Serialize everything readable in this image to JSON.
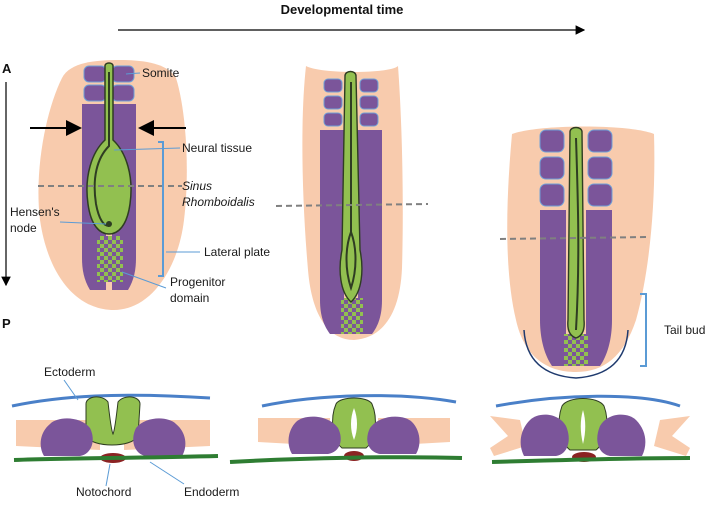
{
  "title": "Developmental time",
  "axis": {
    "anterior": "A",
    "posterior": "P"
  },
  "labels": {
    "somite": "Somite",
    "neural_tissue": "Neural tissue",
    "sinus_line1": "Sinus",
    "sinus_line2": "Rhomboidalis",
    "hensens_line1": "Hensen's",
    "hensens_line2": "node",
    "lateral_plate": "Lateral plate",
    "progenitor_line1": "Progenitor",
    "progenitor_line2": "domain",
    "tail_bud": "Tail bud",
    "ectoderm": "Ectoderm",
    "notochord": "Notochord",
    "endoderm": "Endoderm"
  },
  "colors": {
    "paraxial_mesoderm": "#7b559a",
    "lateral_tissue": "#f8cbad",
    "neural_tissue": "#92c050",
    "ectoderm": "#4a80c8",
    "endoderm": "#2e7d32",
    "notochord": "#8b2323",
    "bracket": "#5b9bd5",
    "section_line": "#808080"
  }
}
